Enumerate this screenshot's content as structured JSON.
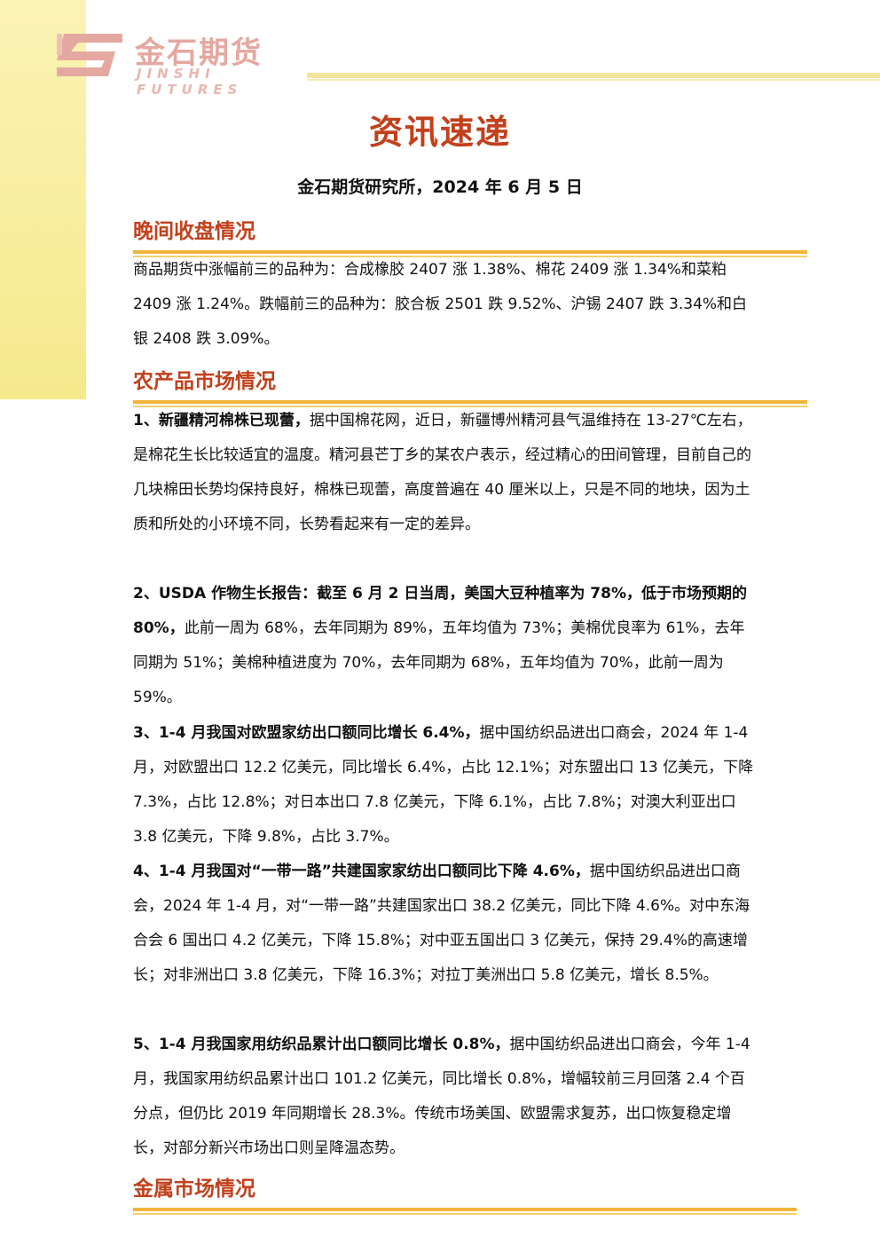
{
  "logo": {
    "cn": "金石期货",
    "en": "JINSHI FUTURES"
  },
  "colors": {
    "accent": "#c2401b",
    "rule": "#f2b43a",
    "band": "#f6e98c",
    "logo": "#e5a8a0"
  },
  "title": "资讯速递",
  "subtitle": "金石期货研究所，2024 年 6 月 5 日",
  "sections": {
    "evening": {
      "heading": "晚间收盘情况",
      "text": "商品期货中涨幅前三的品种为：合成橡胶 2407 涨 1.38%、棉花 2409 涨 1.34%和菜粕 2409 涨 1.24%。跌幅前三的品种为：胶合板 2501 跌 9.52%、沪锡 2407 跌 3.34%和白银 2408 跌 3.09%。"
    },
    "agri": {
      "heading": "农产品市场情况",
      "items": [
        {
          "lead": "1、新疆精河棉株已现蕾，",
          "body": "据中国棉花网，近日，新疆博州精河县气温维持在 13-27℃左右，是棉花生长比较适宜的温度。精河县芒丁乡的某农户表示，经过精心的田间管理，目前自己的几块棉田长势均保持良好，棉株已现蕾，高度普遍在 40 厘米以上，只是不同的地块，因为土质和所处的小环境不同，长势看起来有一定的差异。"
        },
        {
          "lead": "2、USDA 作物生长报告：截至 6 月 2 日当周，美国大豆种植率为 78%，低于市场预期的 80%，",
          "body": "此前一周为 68%，去年同期为 89%，五年均值为 73%；美棉优良率为 61%，去年同期为 51%；美棉种植进度为 70%，去年同期为 68%，五年均值为 70%，此前一周为 59%。"
        },
        {
          "lead": "3、1-4 月我国对欧盟家纺出口额同比增长 6.4%，",
          "body": "据中国纺织品进出口商会，2024 年 1-4 月，对欧盟出口 12.2 亿美元，同比增长 6.4%，占比 12.1%；对东盟出口 13 亿美元，下降 7.3%，占比 12.8%；对日本出口 7.8 亿美元，下降 6.1%，占比 7.8%；对澳大利亚出口 3.8 亿美元，下降 9.8%，占比 3.7%。"
        },
        {
          "lead": "4、1-4 月我国对“一带一路”共建国家家纺出口额同比下降 4.6%，",
          "body": "据中国纺织品进出口商会，2024 年 1-4 月，对“一带一路”共建国家出口 38.2 亿美元，同比下降 4.6%。对中东海合会 6 国出口 4.2 亿美元，下降 15.8%；对中亚五国出口 3 亿美元，保持 29.4%的高速增长；对非洲出口 3.8 亿美元，下降 16.3%；对拉丁美洲出口 5.8 亿美元，增长 8.5%。"
        },
        {
          "lead": "5、1-4 月我国家用纺织品累计出口额同比增长 0.8%，",
          "body": "据中国纺织品进出口商会，今年 1-4 月，我国家用纺织品累计出口 101.2 亿美元，同比增长 0.8%，增幅较前三月回落 2.4 个百分点，但仍比 2019 年同期增长 28.3%。传统市场美国、欧盟需求复苏，出口恢复稳定增长，对部分新兴市场出口则呈降温态势。"
        }
      ]
    },
    "metal": {
      "heading": "金属市场情况"
    }
  }
}
